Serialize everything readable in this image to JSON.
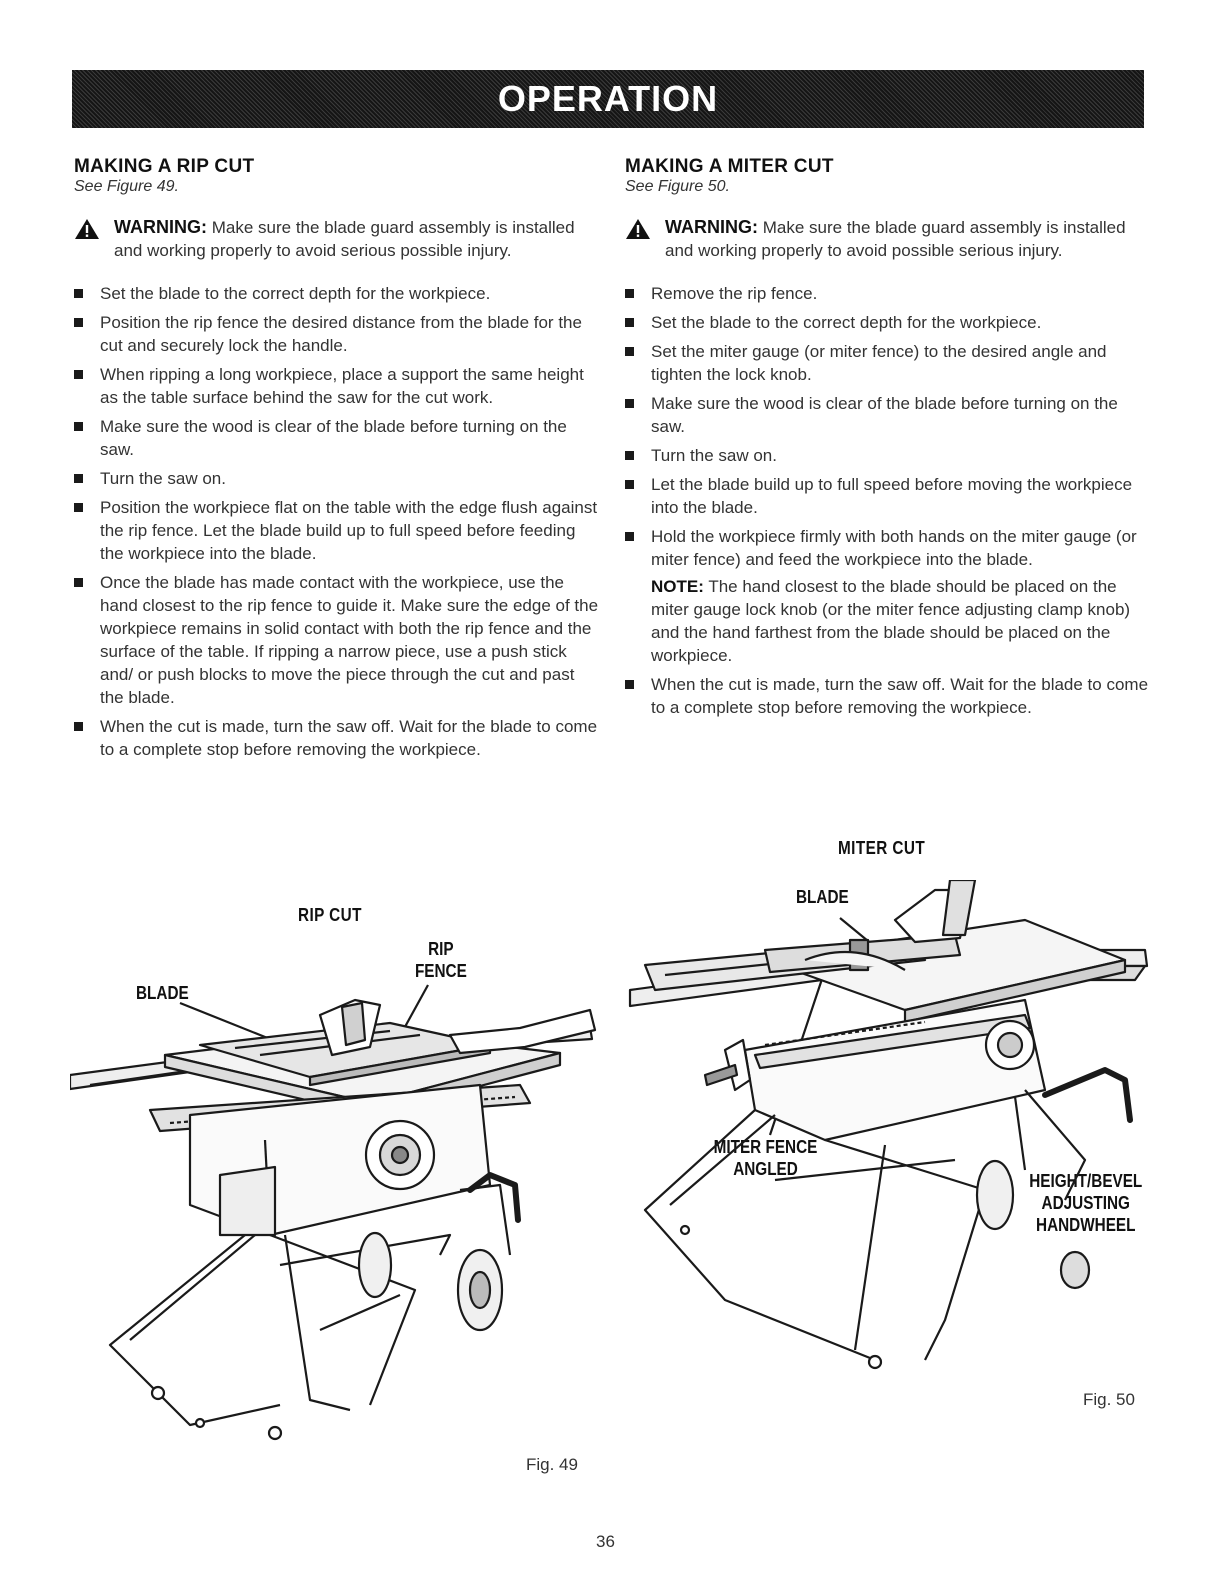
{
  "banner": {
    "title": "OPERATION"
  },
  "rip": {
    "heading": "MAKING A RIP CUT",
    "see": "See Figure 49.",
    "warning_label": "WARNING:",
    "warning_text": "Make sure the blade guard assembly is installed and working properly to avoid serious possible injury.",
    "bullets": [
      "Set the blade to the correct depth for the workpiece.",
      "Position the rip fence the desired distance from the blade for the cut and securely lock the handle.",
      "When ripping a long workpiece, place a support the same height as the table surface behind the saw for the cut work.",
      "Make sure the wood is clear of the blade before turning on the saw.",
      "Turn the saw on.",
      "Position the workpiece flat on the table with the edge flush against the rip fence. Let the blade build up to full speed before feeding the workpiece into the blade.",
      "Once the blade has made contact with the workpiece, use the hand closest to the rip fence to guide it. Make sure the edge of the workpiece remains in solid contact with both the rip fence and the surface of the table. If ripping a narrow piece, use a push stick and/ or push blocks to move the piece through the cut and past the blade.",
      "When the cut is made, turn the saw off. Wait for the blade to come to a complete stop before removing the workpiece."
    ],
    "figure": {
      "title": "RIP CUT",
      "callout_blade": "BLADE",
      "callout_fence": "RIP FENCE",
      "caption": "Fig. 49"
    }
  },
  "miter": {
    "heading": "MAKING A MITER CUT",
    "see": "See Figure 50.",
    "warning_label": "WARNING:",
    "warning_text": "Make sure the blade guard assembly is installed and working properly to avoid possible serious injury.",
    "bullets_a": [
      "Remove the rip fence.",
      "Set the blade to the correct depth for the workpiece.",
      "Set the miter gauge (or miter fence) to the desired angle and tighten the lock knob.",
      "Make sure the wood is clear of the blade before turning on the saw.",
      "Turn the saw on.",
      "Let the blade build up to full speed before moving the workpiece into the blade.",
      "Hold the workpiece firmly with both hands on the miter gauge (or miter fence) and feed the workpiece into the blade."
    ],
    "note_label": "NOTE:",
    "note_text": "The hand closest to the blade should be placed on the miter gauge lock knob (or the miter fence adjusting clamp knob) and the hand farthest from the blade should be placed on the workpiece.",
    "bullets_b": [
      "When the cut is made, turn the saw off. Wait for the blade to come to a complete stop before removing the workpiece."
    ],
    "figure": {
      "title": "MITER CUT",
      "callout_blade": "BLADE",
      "callout_fence": "MITER FENCE ANGLED",
      "callout_handwheel": "HEIGHT/BEVEL ADJUSTING HANDWHEEL",
      "caption": "Fig. 50"
    }
  },
  "page_number": "36"
}
